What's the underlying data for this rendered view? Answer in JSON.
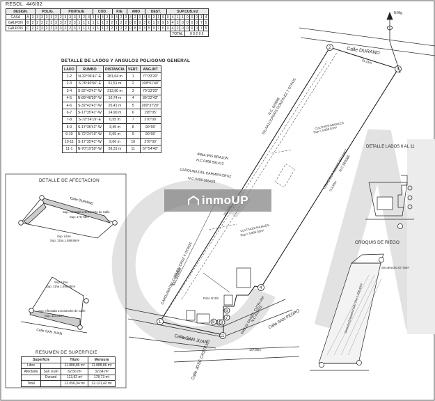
{
  "resol": "RESOL. 446/02",
  "puntaje_table": {
    "headers": [
      "DESIGN.",
      "POLIG.",
      "PUNTAJE",
      "COD.",
      "P.IE",
      "AMO",
      "DEST.",
      "SUP.CUB.m2"
    ],
    "rows": [
      {
        "design": "CASA",
        "polig": "A",
        "cells": [
          "3",
          "3",
          "3",
          "3",
          "3",
          "2",
          "2",
          "3",
          "3",
          "3",
          "3",
          "2",
          "3",
          "3",
          "4",
          "4",
          "3",
          "3",
          "4",
          "2",
          "3",
          "3",
          "2",
          "0",
          "4",
          "9",
          "3",
          "1",
          "9",
          "9",
          "4",
          "1",
          "1",
          "0",
          "0",
          "0",
          "1",
          "4"
        ]
      },
      {
        "design": "GALPON",
        "polig": "B",
        "cells": [
          "2",
          "2",
          "2",
          "2",
          "2",
          "3",
          "3",
          "2",
          "2",
          "3",
          "1",
          "1",
          "1",
          "1",
          "1",
          "1",
          "2",
          "2",
          "1",
          "2",
          "2",
          "0",
          "8",
          "0",
          "3",
          "6",
          "1",
          "9",
          "9",
          "5",
          "4",
          "2",
          "0",
          "0",
          "0",
          "0",
          "7",
          "5"
        ]
      },
      {
        "design": "GALPON",
        "polig": "C",
        "cells": [
          "2",
          "2",
          "2",
          "2",
          "2",
          "3",
          "3",
          "2",
          "2",
          "3",
          "1",
          "1",
          "1",
          "1",
          "1",
          "1",
          "2",
          "2",
          "1",
          "2",
          "2",
          "0",
          "8",
          "0",
          "3",
          "5",
          "9",
          "7",
          "0",
          "3",
          "4",
          "2",
          "0",
          "0",
          "0",
          "0",
          "7",
          "5"
        ]
      }
    ],
    "total_label": "TOTAL",
    "total_value": "0 0 2 9 5"
  },
  "sides_table": {
    "title": "DETALLE DE LADOS Y ANGULOS POLIGONO GENERAL",
    "headers": [
      "LADO",
      "RUMBO",
      "DISTANCIA",
      "VERT.",
      "ANG.INT"
    ],
    "rows": [
      [
        "1-2",
        "N-32°06'41\"-E",
        "281,64 m",
        "1",
        "77°33'20\""
      ],
      [
        "2-3",
        "S-76°40'56\"-E",
        "51,51 m",
        "2",
        "108°51'40\""
      ],
      [
        "3-4",
        "S-32°43'41\"-W",
        "213,90 m",
        "3",
        "70°33'20\""
      ],
      [
        "4-5",
        "N-89°48'59\"-W",
        "10,74 m",
        "4",
        "89°32'43\""
      ],
      [
        "4-6",
        "S-32°42'41\"-W",
        "25,41 m",
        "5",
        "269°37'20\""
      ],
      [
        "6-7",
        "S-17°35'41\"-W",
        "14,90 m",
        "6",
        "195°05'"
      ],
      [
        "7-8",
        "S-72°24'19\"-E",
        "0,55 m",
        "7",
        "270°00'"
      ],
      [
        "8-9",
        "S-17°35'41\"-W",
        "3,45 m",
        "8",
        "90°00'"
      ],
      [
        "9-10",
        "N-72°24'19\"-W",
        "0,65 m",
        "9",
        "90°00'"
      ],
      [
        "10-11",
        "S-17°35'41\"-W",
        "9,66 m",
        "10",
        "270°00'"
      ],
      [
        "11-1",
        "N-70°19'59\"-W",
        "39,31 m",
        "11",
        "67°54'40\""
      ]
    ]
  },
  "afectacion": {
    "title": "DETALLE DE AFECTACION",
    "street_top": "Calle DURAND",
    "street_bottom": "Calle SAN JUAN",
    "libre_label": "Sup. Libre",
    "libre_value": "Sup: 11ha 1.888,86m²",
    "afect_label": "Sup. Afectada a Ensanche de Calle",
    "afect_value1": "Sup: 178,73m²",
    "afect_value2": "Sup: 113,92m²"
  },
  "resumen": {
    "title": "RESUMEN DE SUPERFICIE",
    "headers": [
      "Superficie",
      "Título",
      "Mensura"
    ],
    "rows": [
      [
        "Libre",
        "",
        "11.888,86 m²",
        "11.888,86 m²"
      ],
      [
        "Afectada",
        "San Juan",
        "62,56 m²",
        "32,64 m²"
      ],
      [
        "",
        "Durand",
        "113,92 m²",
        "178,73 m²"
      ],
      [
        "Total",
        "",
        "12.056,34 m²",
        "12.121,42 m²"
      ]
    ]
  },
  "plan": {
    "north": "N Mg",
    "calle_durand": "Calle DURAND",
    "calle_san_juan": "Calle SAN JUAN",
    "calle_jose_castillo": "Calle JOSE CASTILLO",
    "calle_san_pedro": "Calle SAN PEDRO",
    "owner_top": "SILVIA LOURDES GONZALEZ Y OTROS",
    "owner_top_nc": "N.C. 623896",
    "owner_irma": "IRMA IRIS BRAJON",
    "owner_irma_nc": "N.C.0406-591413",
    "owner_carolina": "CAROLINA DEL CARMEN CRUZ",
    "owner_carolina_nc": "N.C.0406-585425",
    "owner_carolina2": "CAROLINA DEL CARMEN CRUZ Y OTROS",
    "owner_carolina2_nc": "N.C. 685694",
    "owner_graciela": "GRACIELA NOEMI BRUNET",
    "owner_graciela_nc": "N.C.590365",
    "owner_emilio": "EMILIO DANIEL CUTRI ANI",
    "owner_emilio_nc": "N.C.615625",
    "cultivos1": "CULTIVOS ANUALES",
    "cultivos1_sup": "Sup.= 5.836,57m²",
    "cultivos2": "CULTIVOS ANUALES",
    "cultivos2_sup": "Sup.= 5.805,30m²",
    "pozo": "Pozo N°4/8",
    "detalle_lados": "DETALLE LADOS 6 AL 11",
    "croquis": "CROQUIS DE RIEGO",
    "derecho_riego": "Derecho Empadronado 1ha 1.256,40m²",
    "sin_derecho": "Sin derecho 57,76m²",
    "len_1": "281,64m",
    "len_2": "213,90m",
    "len_3": "39,31m",
    "len_4": "51,51m",
    "len_5": "147,80m"
  },
  "watermark": "inmoUP"
}
